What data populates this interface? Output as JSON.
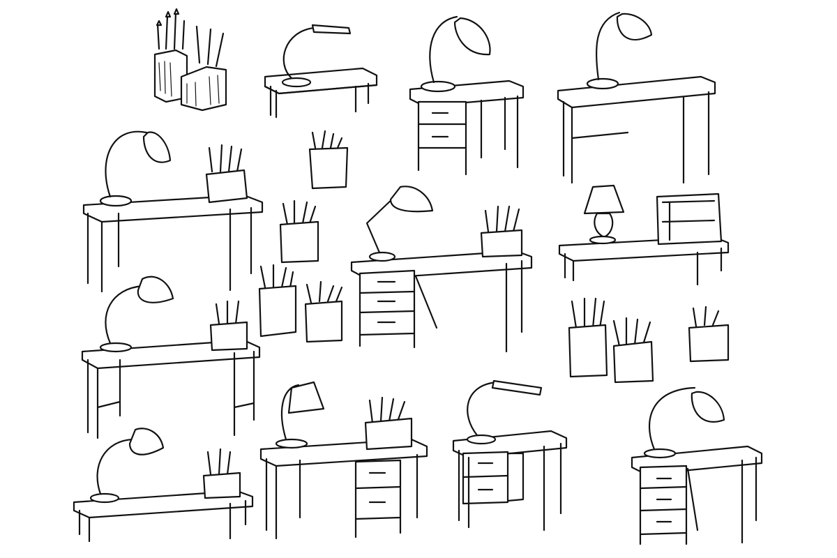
{
  "illustration": {
    "style": "black ink engraving sketch on white background",
    "background_color": "#ffffff",
    "ink_color": "#111111"
  },
  "objects": [
    {
      "name": "pencil-organizer",
      "icon": "pencil-cup-icon"
    },
    {
      "name": "desk-low-with-arm-lamp",
      "icon": "desk-icon"
    },
    {
      "name": "desk-with-drawers-and-dome-lamp",
      "icon": "desk-icon"
    },
    {
      "name": "desk-tall-with-lamp",
      "icon": "desk-icon"
    },
    {
      "name": "desk-with-lamp-and-pencil-cup",
      "icon": "desk-icon"
    },
    {
      "name": "pencil-cup",
      "icon": "pencil-cup-icon"
    },
    {
      "name": "desk-with-drawers-lamp-and-pencil-cup",
      "icon": "desk-icon"
    },
    {
      "name": "low-table-with-table-lamp-and-shelf",
      "icon": "desk-icon"
    },
    {
      "name": "writing-desk-with-lamp-and-pencil-cup",
      "icon": "desk-icon"
    },
    {
      "name": "coffee-table-with-lamp-and-pencil-cup",
      "icon": "desk-icon"
    },
    {
      "name": "desk-with-drawer-pedestal-lamp-and-pencil-cup",
      "icon": "desk-icon"
    },
    {
      "name": "desk-with-hanging-drawers-and-arm-lamp",
      "icon": "desk-icon"
    },
    {
      "name": "desk-with-three-drawers-and-lamp",
      "icon": "desk-icon"
    }
  ]
}
